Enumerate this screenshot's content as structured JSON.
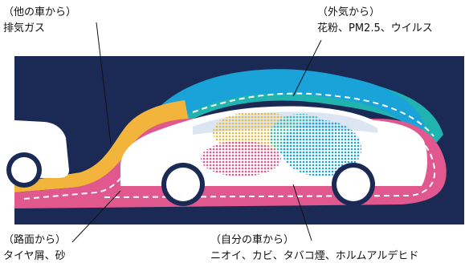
{
  "labels": {
    "other_car": {
      "heading": "（他の車から）",
      "sub": "排気ガス"
    },
    "outside": {
      "heading": "（外気から）",
      "sub": "花粉、PM2.5、ウイルス"
    },
    "road": {
      "heading": "（路面から）",
      "sub": "タイヤ屑、砂"
    },
    "own_car": {
      "heading": "（自分の車から）",
      "sub": "ニオイ、カビ、タバコ煙、ホルムアルデヒド"
    }
  },
  "colors": {
    "background": "#1b2a55",
    "exhaust_layer": "#f2b43a",
    "road_layer": "#e0588e",
    "outside_layer_front": "#1aa3d8",
    "outside_layer_back": "#20b3b0",
    "odor_dots": "#e7b93a",
    "mold_dots": "#1aa3d8",
    "smoke_dots": "#2fbdb8",
    "chemical_dots": "#e0588e",
    "car_body": "#ffffff",
    "car_wheel": "#1b2a55"
  }
}
